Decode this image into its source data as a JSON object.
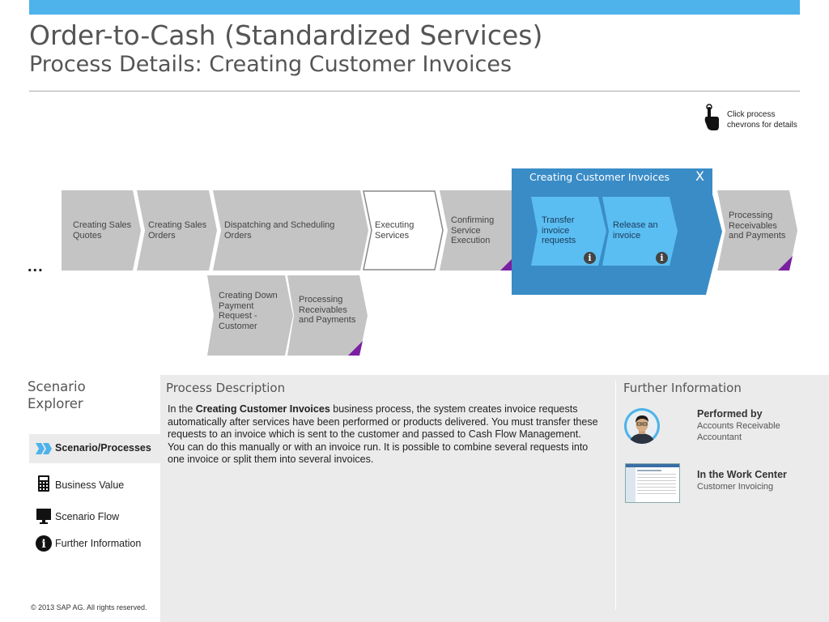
{
  "header": {
    "title": "Order-to-Cash (Standardized Services)",
    "subtitle": "Process Details: Creating Customer Invoices"
  },
  "hint": {
    "icon": "hand-pointer-icon",
    "text": "Click process chevrons for details"
  },
  "process": {
    "ellipsis": "...",
    "steps": [
      {
        "label": "Creating Sales Quotes"
      },
      {
        "label": "Creating Sales Orders"
      },
      {
        "label": "Dispatching and Scheduling Orders"
      },
      {
        "label": "Executing Services"
      },
      {
        "label": "Confirming Service Execution"
      },
      {
        "label": "Processing Receivables and Payments"
      }
    ],
    "branch_steps": [
      {
        "label": "Creating Down Payment Request - Customer"
      },
      {
        "label": "Processing Receivables and Payments"
      }
    ],
    "group": {
      "title": "Creating Customer Invoices",
      "close_label": "X",
      "substeps": [
        {
          "label": "Transfer invoice requests",
          "info": "i"
        },
        {
          "label": "Release an invoice",
          "info": "i"
        }
      ]
    }
  },
  "explorer": {
    "title": "Scenario Explorer",
    "items": [
      {
        "label": "Scenario/Processes",
        "icon": "double-chevron-icon"
      },
      {
        "label": "Business Value",
        "icon": "calculator-icon"
      },
      {
        "label": "Scenario Flow",
        "icon": "monitor-icon"
      },
      {
        "label": "Further Information",
        "icon": "info-icon"
      }
    ]
  },
  "description": {
    "title": "Process Description",
    "intro": "In the ",
    "bold": "Creating Customer Invoices",
    "body": " business process, the system creates invoice requests automatically after services have been performed or products delivered. You must transfer these requests to an invoice which is sent to the customer and passed to Cash Flow Management. You can do this manually or with an invoice run. It is possible to combine several requests into one invoice or split them into several invoices."
  },
  "further_info": {
    "title": "Further Information",
    "performed_by_label": "Performed by",
    "performed_by_value": "Accounts Receivable Accountant",
    "work_center_label": "In the Work Center",
    "work_center_value": "Customer Invoicing"
  },
  "footer": {
    "copyright": "©  2013 SAP AG. All rights reserved."
  },
  "colors": {
    "accent": "#4db3ea",
    "group_blue": "#3a8cc7",
    "substep_blue": "#5bbef2",
    "chevron_gray": "#c4c4c4",
    "corner_purple": "#7b1fa2"
  }
}
